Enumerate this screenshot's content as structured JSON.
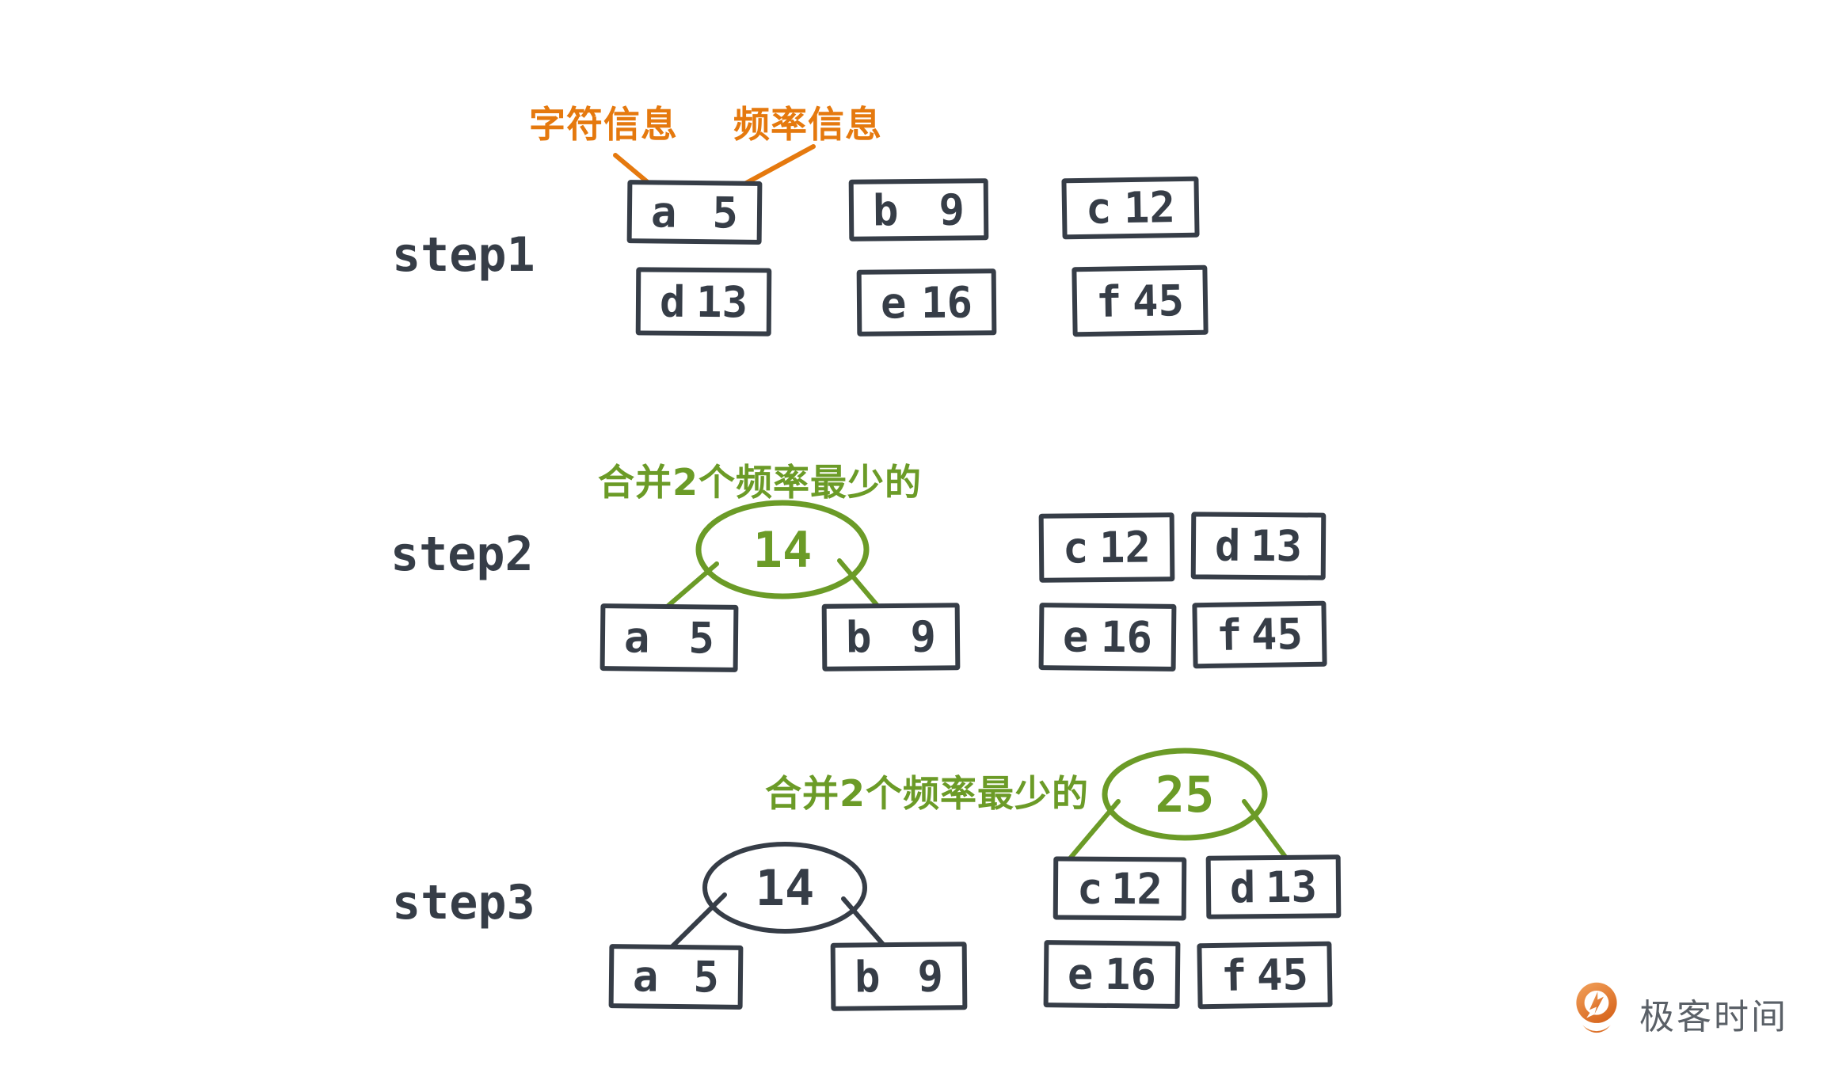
{
  "annotations": {
    "char_label": "字符信息",
    "freq_label": "频率信息"
  },
  "step1": {
    "label": "step1",
    "nodes": [
      {
        "char": "a",
        "freq": "5"
      },
      {
        "char": "b",
        "freq": "9"
      },
      {
        "char": "c",
        "freq": "12"
      },
      {
        "char": "d",
        "freq": "13"
      },
      {
        "char": "e",
        "freq": "16"
      },
      {
        "char": "f",
        "freq": "45"
      }
    ]
  },
  "step2": {
    "label": "step2",
    "merge_label": "合并2个频率最少的",
    "merged": {
      "value": "14"
    },
    "children": [
      {
        "char": "a",
        "freq": "5"
      },
      {
        "char": "b",
        "freq": "9"
      }
    ],
    "pool": [
      {
        "char": "c",
        "freq": "12"
      },
      {
        "char": "d",
        "freq": "13"
      },
      {
        "char": "e",
        "freq": "16"
      },
      {
        "char": "f",
        "freq": "45"
      }
    ]
  },
  "step3": {
    "label": "step3",
    "merge_label": "合并2个频率最少的",
    "merged_new": {
      "value": "25"
    },
    "merged_prev": {
      "value": "14"
    },
    "children_prev": [
      {
        "char": "a",
        "freq": "5"
      },
      {
        "char": "b",
        "freq": "9"
      }
    ],
    "children_new": [
      {
        "char": "c",
        "freq": "12"
      },
      {
        "char": "d",
        "freq": "13"
      }
    ],
    "pool": [
      {
        "char": "e",
        "freq": "16"
      },
      {
        "char": "f",
        "freq": "45"
      }
    ]
  },
  "logo": {
    "text": "极客时间"
  },
  "colors": {
    "ink": "#363D47",
    "orange": "#E5790E",
    "green": "#6B9B27",
    "logo_orange_light": "#F2A25C",
    "logo_orange_dark": "#D8671F",
    "logo_text_gray": "#5A6067",
    "background": "#FFFFFF"
  }
}
